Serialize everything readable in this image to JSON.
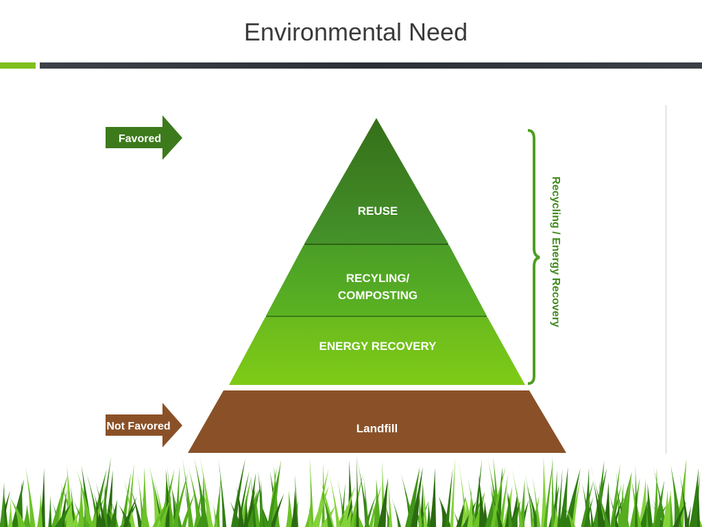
{
  "slide": {
    "title": "Environmental Need"
  },
  "colors": {
    "accent_green": "#7fbf1f",
    "accent_dark": "#2f343a",
    "reuse_green": "#3f8a22",
    "recycling_green": "#55ad22",
    "energy_green": "#72c21a",
    "landfill_brown": "#8a5128",
    "arrow_green": "#3d7a1c",
    "arrow_brown": "#8a5128",
    "side_label_green": "#3f8a1c",
    "grass_green": "#4fae1d"
  },
  "pyramid": {
    "tiers": [
      {
        "label": "REUSE"
      },
      {
        "label_line1": "RECYLING/",
        "label_line2": "COMPOSTING"
      },
      {
        "label": "ENERGY RECOVERY"
      },
      {
        "label": "Landfill"
      }
    ]
  },
  "arrows": {
    "top": "Favored",
    "bottom": "Not Favored"
  },
  "side_bracket": {
    "label": "Recycling / Energy Recovery"
  }
}
